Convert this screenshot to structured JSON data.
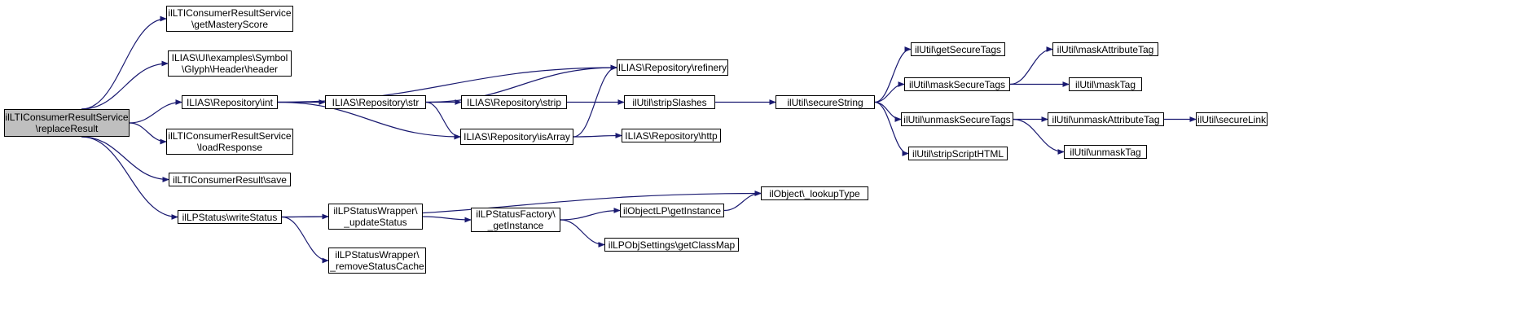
{
  "colors": {
    "edge": "#191970",
    "root_fill": "#bfbfbf",
    "node_fill": "#ffffff",
    "border": "#000000"
  },
  "nodes": [
    {
      "id": "root",
      "label": "ilLTIConsumerResultService\n\\replaceResult",
      "root": true
    },
    {
      "id": "getMasteryScore",
      "label": "ilLTIConsumerResultService\n\\getMasteryScore"
    },
    {
      "id": "header",
      "label": "ILIAS\\UI\\examples\\Symbol\n\\Glyph\\Header\\header"
    },
    {
      "id": "int",
      "label": "ILIAS\\Repository\\int"
    },
    {
      "id": "loadResponse",
      "label": "ilLTIConsumerResultService\n\\loadResponse"
    },
    {
      "id": "save",
      "label": "ilLTIConsumerResult\\save"
    },
    {
      "id": "writeStatus",
      "label": "ilLPStatus\\writeStatus"
    },
    {
      "id": "str",
      "label": "ILIAS\\Repository\\str"
    },
    {
      "id": "refinery",
      "label": "ILIAS\\Repository\\refinery"
    },
    {
      "id": "strip",
      "label": "ILIAS\\Repository\\strip"
    },
    {
      "id": "isArray",
      "label": "ILIAS\\Repository\\isArray"
    },
    {
      "id": "stripSlashes",
      "label": "ilUtil\\stripSlashes"
    },
    {
      "id": "http",
      "label": "ILIAS\\Repository\\http"
    },
    {
      "id": "secureString",
      "label": "ilUtil\\secureString"
    },
    {
      "id": "getSecureTags",
      "label": "ilUtil\\getSecureTags"
    },
    {
      "id": "maskSecureTags",
      "label": "ilUtil\\maskSecureTags"
    },
    {
      "id": "unmaskSecureTags",
      "label": "ilUtil\\unmaskSecureTags"
    },
    {
      "id": "stripScriptHTML",
      "label": "ilUtil\\stripScriptHTML"
    },
    {
      "id": "maskAttributeTag",
      "label": "ilUtil\\maskAttributeTag"
    },
    {
      "id": "maskTag",
      "label": "ilUtil\\maskTag"
    },
    {
      "id": "unmaskAttributeTag",
      "label": "ilUtil\\unmaskAttributeTag"
    },
    {
      "id": "unmaskTag",
      "label": "ilUtil\\unmaskTag"
    },
    {
      "id": "secureLink",
      "label": "ilUtil\\secureLink"
    },
    {
      "id": "updateStatus",
      "label": "ilLPStatusWrapper\\\n_updateStatus"
    },
    {
      "id": "removeStatusCache",
      "label": "ilLPStatusWrapper\\\n_removeStatusCache"
    },
    {
      "id": "getInstanceFactory",
      "label": "ilLPStatusFactory\\\n_getInstance"
    },
    {
      "id": "objectLPGetInstance",
      "label": "ilObjectLP\\getInstance"
    },
    {
      "id": "getClassMap",
      "label": "ilLPObjSettings\\getClassMap"
    },
    {
      "id": "lookupType",
      "label": "ilObject\\_lookupType"
    }
  ],
  "edges": [
    [
      "root",
      "getMasteryScore"
    ],
    [
      "root",
      "header"
    ],
    [
      "root",
      "int"
    ],
    [
      "root",
      "loadResponse"
    ],
    [
      "root",
      "save"
    ],
    [
      "root",
      "writeStatus"
    ],
    [
      "int",
      "str"
    ],
    [
      "int",
      "refinery"
    ],
    [
      "int",
      "isArray"
    ],
    [
      "str",
      "refinery"
    ],
    [
      "str",
      "strip"
    ],
    [
      "str",
      "isArray"
    ],
    [
      "strip",
      "stripSlashes"
    ],
    [
      "isArray",
      "refinery"
    ],
    [
      "isArray",
      "http"
    ],
    [
      "stripSlashes",
      "secureString"
    ],
    [
      "secureString",
      "getSecureTags"
    ],
    [
      "secureString",
      "maskSecureTags"
    ],
    [
      "secureString",
      "unmaskSecureTags"
    ],
    [
      "secureString",
      "stripScriptHTML"
    ],
    [
      "maskSecureTags",
      "maskAttributeTag"
    ],
    [
      "maskSecureTags",
      "maskTag"
    ],
    [
      "unmaskSecureTags",
      "unmaskAttributeTag"
    ],
    [
      "unmaskSecureTags",
      "unmaskTag"
    ],
    [
      "unmaskAttributeTag",
      "secureLink"
    ],
    [
      "writeStatus",
      "lookupType"
    ],
    [
      "writeStatus",
      "updateStatus"
    ],
    [
      "writeStatus",
      "removeStatusCache"
    ],
    [
      "updateStatus",
      "getInstanceFactory"
    ],
    [
      "getInstanceFactory",
      "objectLPGetInstance"
    ],
    [
      "getInstanceFactory",
      "getClassMap"
    ],
    [
      "objectLPGetInstance",
      "lookupType"
    ]
  ]
}
